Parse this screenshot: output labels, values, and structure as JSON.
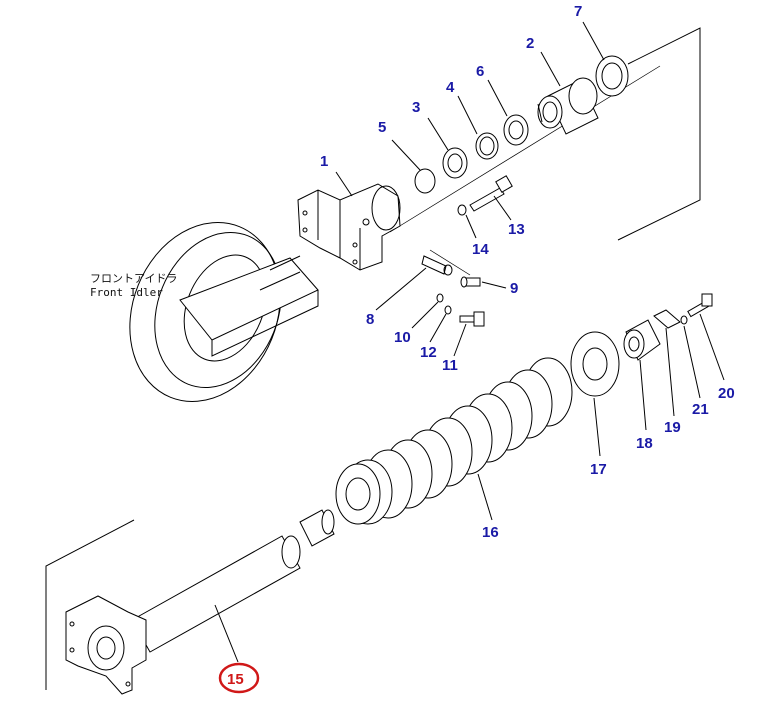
{
  "diagram": {
    "front_idler_label_jp": "フロントアイドラ",
    "front_idler_label_en": "Front Idler",
    "highlight_color": "#d01818",
    "number_color": "#1a1aa6",
    "callouts": [
      {
        "id": "p1",
        "num": "1"
      },
      {
        "id": "p2",
        "num": "2"
      },
      {
        "id": "p3",
        "num": "3"
      },
      {
        "id": "p4",
        "num": "4"
      },
      {
        "id": "p5",
        "num": "5"
      },
      {
        "id": "p6",
        "num": "6"
      },
      {
        "id": "p7",
        "num": "7"
      },
      {
        "id": "p8",
        "num": "8"
      },
      {
        "id": "p9",
        "num": "9"
      },
      {
        "id": "p10",
        "num": "10"
      },
      {
        "id": "p11",
        "num": "11"
      },
      {
        "id": "p12",
        "num": "12"
      },
      {
        "id": "p13",
        "num": "13"
      },
      {
        "id": "p14",
        "num": "14"
      },
      {
        "id": "p15",
        "num": "15",
        "highlighted": true
      },
      {
        "id": "p16",
        "num": "16"
      },
      {
        "id": "p17",
        "num": "17"
      },
      {
        "id": "p18",
        "num": "18"
      },
      {
        "id": "p19",
        "num": "19"
      },
      {
        "id": "p20",
        "num": "20"
      },
      {
        "id": "p21",
        "num": "21"
      }
    ]
  }
}
